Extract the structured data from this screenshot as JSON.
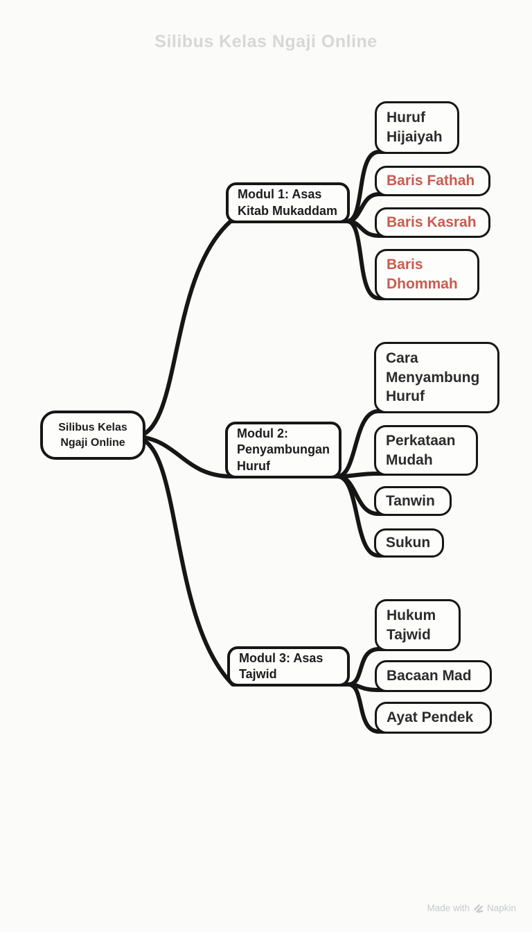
{
  "title": "Silibus Kelas Ngaji Online",
  "root": {
    "label": "Silibus Kelas Ngaji Online"
  },
  "modules": [
    {
      "label": "Modul 1: Asas Kitab Mukaddam",
      "children": [
        {
          "label": "Huruf Hijaiyah",
          "emphasis": false
        },
        {
          "label": "Baris Fathah",
          "emphasis": true
        },
        {
          "label": "Baris Kasrah",
          "emphasis": true
        },
        {
          "label": "Baris Dhommah",
          "emphasis": true
        }
      ]
    },
    {
      "label": "Modul 2: Penyambungan Huruf",
      "children": [
        {
          "label": "Cara Menyambung Huruf",
          "emphasis": false
        },
        {
          "label": "Perkataan Mudah",
          "emphasis": false
        },
        {
          "label": "Tanwin",
          "emphasis": false
        },
        {
          "label": "Sukun",
          "emphasis": false
        }
      ]
    },
    {
      "label": "Modul 3: Asas Tajwid",
      "children": [
        {
          "label": "Hukum Tajwid",
          "emphasis": false
        },
        {
          "label": "Bacaan Mad",
          "emphasis": false
        },
        {
          "label": "Ayat Pendek",
          "emphasis": false
        }
      ]
    }
  ],
  "colors": {
    "emphasis_red": "#c95b4f",
    "line_black": "#161616",
    "title_gray": "#d7d7d6",
    "background": "#fbfbf9"
  },
  "watermark": {
    "prefix": "Made with",
    "brand": "Napkin"
  }
}
